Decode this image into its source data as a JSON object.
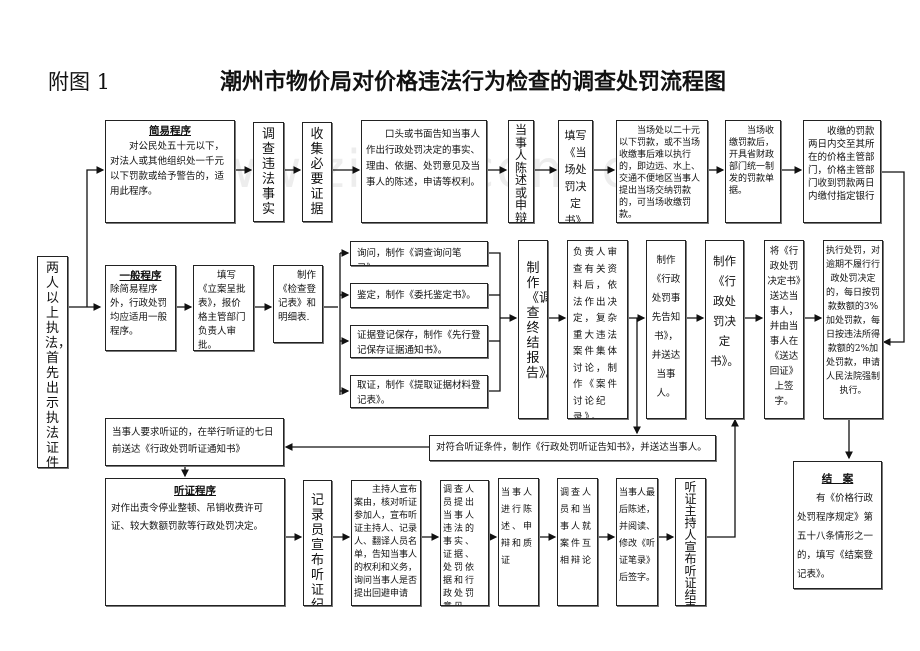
{
  "annex_label": "附图 1",
  "title": "潮州市物价局对价格违法行为检查的调查处罚流程图",
  "watermark": "www.zixin.com.cn",
  "start": "两人以上执法，首先出示执法证件",
  "simple": {
    "heading": "简易程序",
    "text": "对公民处五十元以下，对法人或其他组织处一千元以下罚款或给予警告的，适用此程序。",
    "steps": [
      "调查违法事实",
      "收集必要证据",
      "口头或书面告知当事人作出行政处罚决定的事实、理由、依据、处罚意见及当事人的陈述，申请等权利。",
      "当事人陈述或申辩",
      "填写《当场处罚决定书》",
      "当场处以二十元以下罚款，或不当场收缴事后难以执行的，即边远、水上、交通不便地区当事人提出当场交纳罚款的，可当场收缴罚款。",
      "当场收缴罚款后，开具省财政部门统一制发的罚款单据。",
      "收缴的罚款两日内交至其所在的价格主管部门，价格主管部门收到罚款两日内缴付指定银行"
    ]
  },
  "general": {
    "heading": "一般程序",
    "text": "除简易程序外，行政处罚均应适用一般程序。",
    "steps": [
      "填写《立案呈批表》，报价格主管部门负责人审批。",
      "制作《检查登记表》和明细表."
    ],
    "evidence": [
      "询问，制作《调查询问笔录》。",
      "鉴定，制作《委托鉴定书》。",
      "证据登记保存，制作《先行登记保存证据通知书》。",
      "取证，制作《提取证据材料登记表》。"
    ],
    "steps2": [
      "制作《调查终结报告》。",
      "负责人审查有关资料后，依法作出决定，复杂重大违法案件集体讨论，制作《案件讨论纪录》。",
      "制作《行政处罚事先告知书》，并送达当事人。",
      "制作《行政处罚决定书》。",
      "将《行政处罚决定书》送达当事人，并由当事人在《送达回证》上签字。",
      "执行处罚，对逾期不履行行政处罚决定的，每日按罚款数额的3%加处罚款，每日按违法所得款额的2%加处罚款，申请人民法院强制执行。"
    ]
  },
  "hearing": {
    "condition": "对符合听证条件，制作《行政处罚听证告知书》，并送达当事人。",
    "notice": "当事人要求听证的，在举行听证的七日前送达《行政处罚听证通知书》",
    "heading": "听证程序",
    "text": "对作出责令停业整顿、吊销收费许可证、较大数额罚款等行政处罚决定。",
    "steps": [
      "记录员宣布听证纪律",
      "主持人宣布案由，核对听证参加人，宣布听证主持人、记录人、翻译人员名单，告知当事人的权利和义务，询问当事人是否提出回避申请",
      "调查人员提出当事人违法的事实、证据、处罚依据和行政处罚意见",
      "当事人进行陈述、申辩和质证",
      "调查人员和当事人就案件互相辩论",
      "当事人最后陈述，并阅读、修改《听证笔录》后签字。",
      "听证主持人宣布听证结束"
    ]
  },
  "close": {
    "heading": "结　案",
    "text": "有《价格行政处罚程序规定》第五十八条情形之一的，填写《结案登记表》。"
  }
}
